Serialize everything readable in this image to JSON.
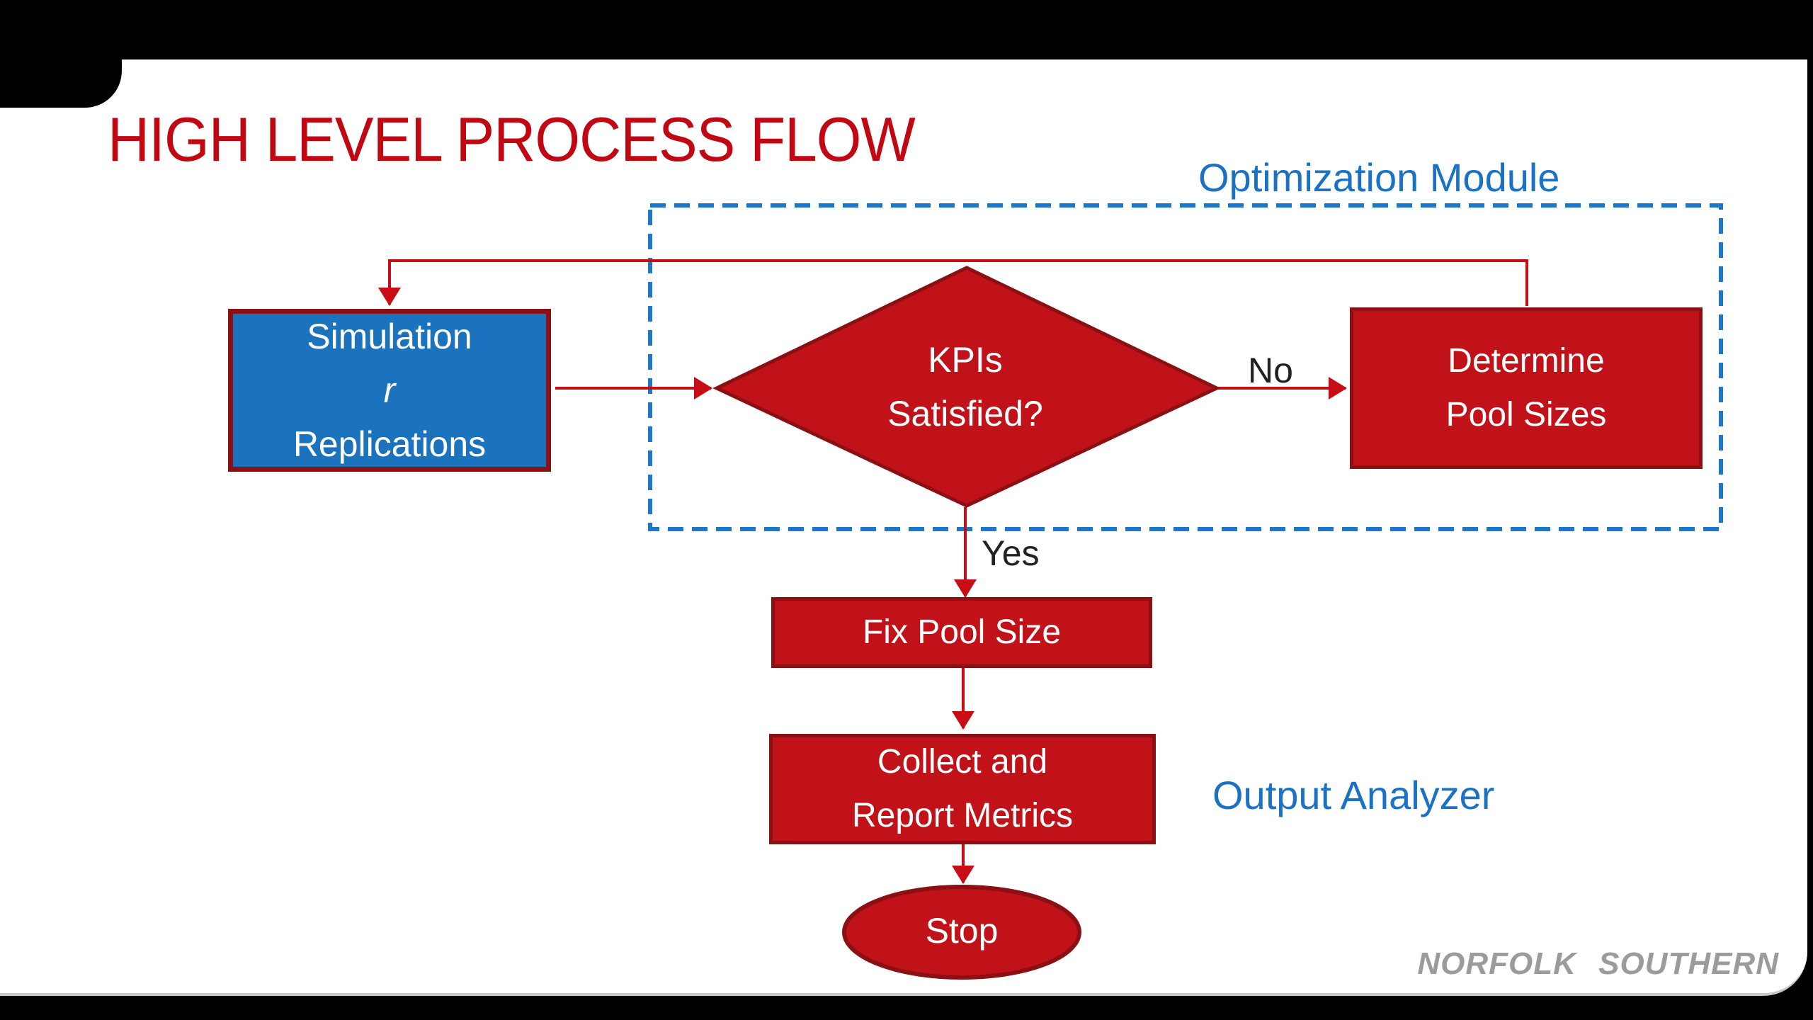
{
  "slide": {
    "title": "HIGH LEVEL PROCESS FLOW",
    "brand": "NORFOLK SOUTHERN"
  },
  "regions": {
    "optimization_module_label": "Optimization Module",
    "output_analyzer_label": "Output Analyzer"
  },
  "flowchart": {
    "simulation_box": {
      "line1": "Simulation",
      "line2": "r",
      "line3": "Replications"
    },
    "kpis_diamond": {
      "line1": "KPIs",
      "line2": "Satisfied?"
    },
    "determine_box": {
      "line1": "Determine",
      "line2": "Pool Sizes"
    },
    "fix_box": {
      "label": "Fix Pool Size"
    },
    "collect_box": {
      "line1": "Collect and",
      "line2": "Report Metrics"
    },
    "stop_node": {
      "label": "Stop"
    },
    "edges": {
      "no_label": "No",
      "yes_label": "Yes"
    }
  },
  "colors": {
    "title-red": "#C00712",
    "red-fill": "#C1121A",
    "red-dark": "#8A1013",
    "blue-fill": "#1B72BD",
    "blue-text": "#1B72C4",
    "dash-blue": "#1C77CC",
    "line-red": "#C90D15",
    "label-dark": "#222222",
    "logo-gray": "#9B9B9B"
  }
}
